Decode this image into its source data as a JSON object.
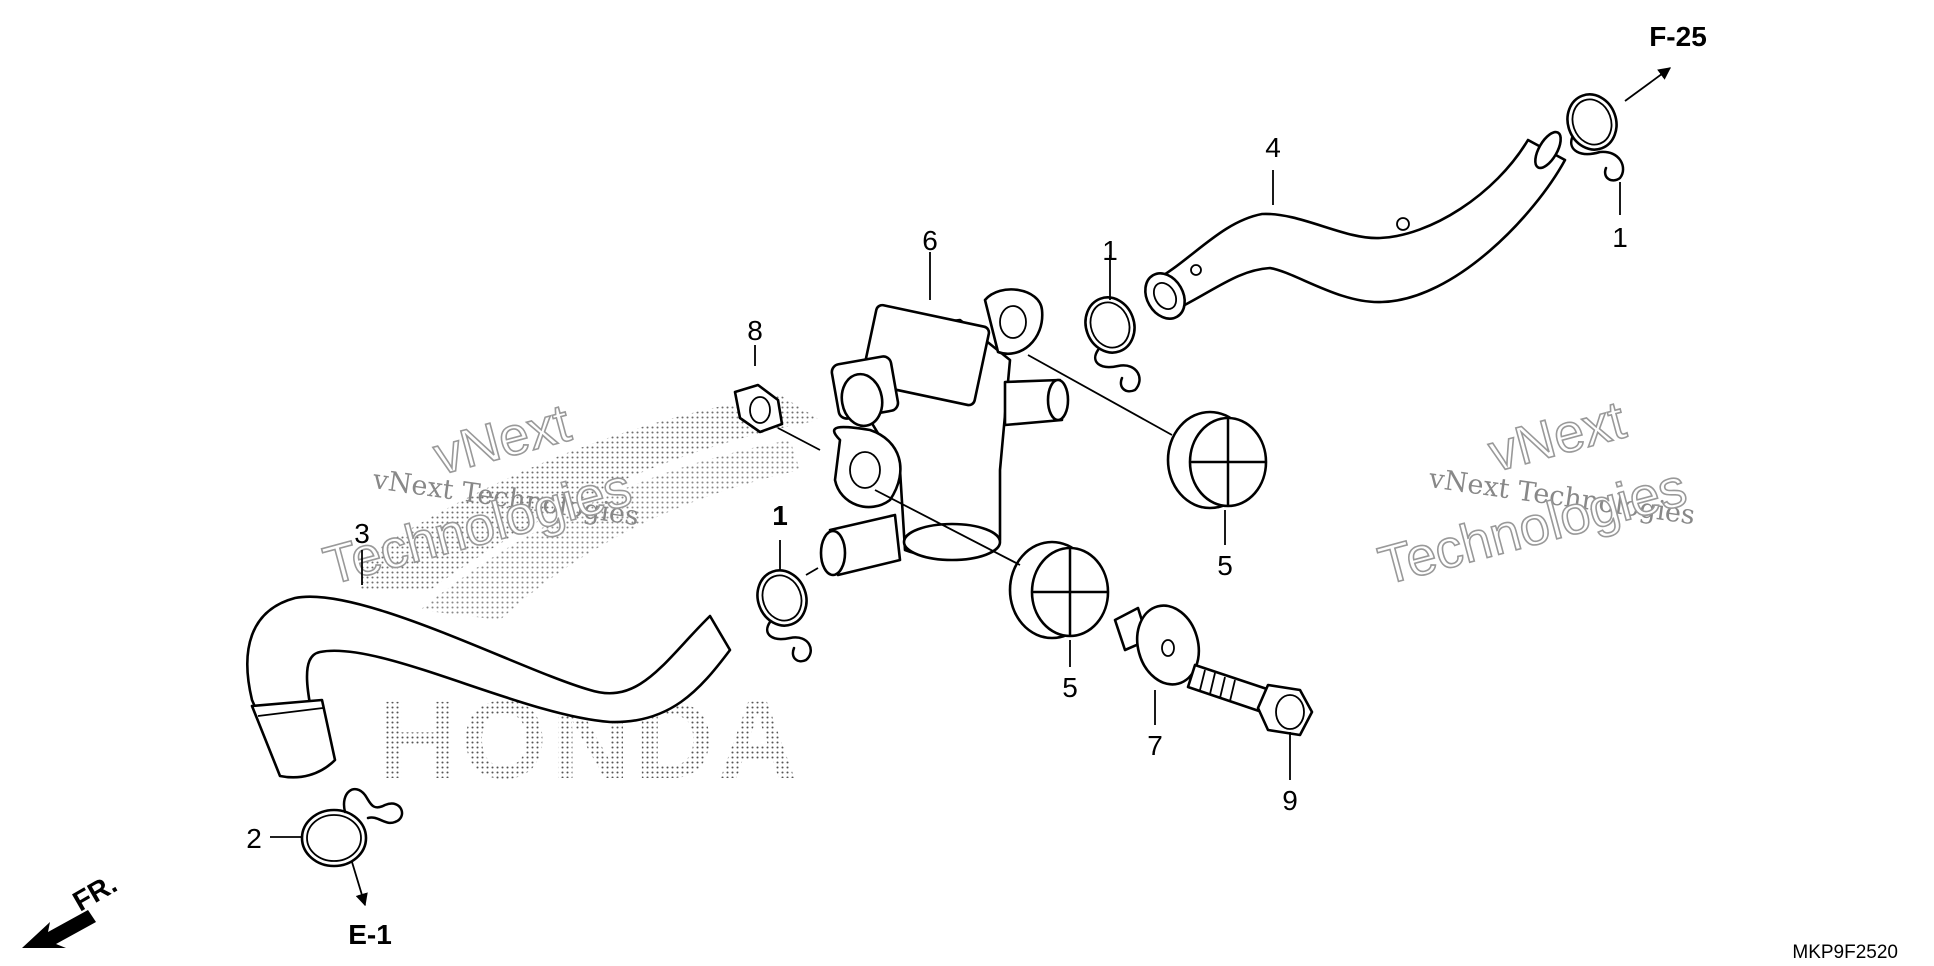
{
  "diagram": {
    "drawing_code": "MKP9F2520",
    "callouts": [
      "1",
      "1",
      "1",
      "2",
      "3",
      "4",
      "5",
      "5",
      "6",
      "7",
      "8",
      "9"
    ],
    "references": {
      "top_right": "F-25",
      "bottom_left": "E-1",
      "front_arrow": "FR."
    },
    "watermark": {
      "small_1": "vNext Technologies",
      "small_2": "vNext Technologies",
      "big_top": "vNext",
      "big_bottom": "Technologies",
      "brand": "HONDA"
    },
    "icons": [
      "front-direction-arrow-icon",
      "reference-arrow-icon"
    ]
  }
}
